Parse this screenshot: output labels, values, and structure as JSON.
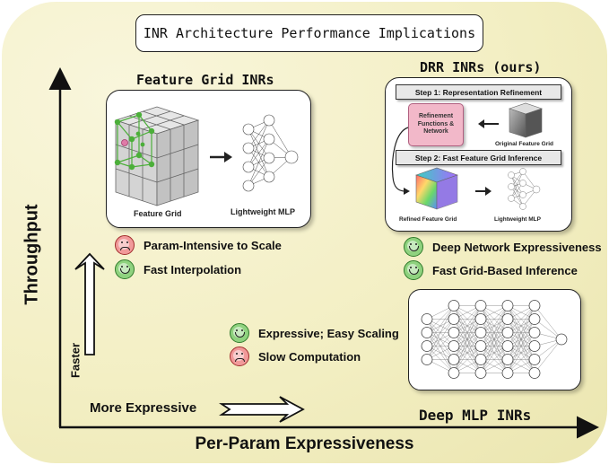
{
  "title": "INR Architecture Performance Implications",
  "axes": {
    "y_label": "Throughput",
    "x_label": "Per-Param Expressiveness",
    "y_arrow_label": "Faster",
    "x_arrow_label": "More Expressive"
  },
  "feature_grid": {
    "header": "Feature Grid INRs",
    "grid_label": "Feature Grid",
    "mlp_label": "Lightweight MLP",
    "bullets": [
      {
        "text": "Param-Intensive to Scale",
        "sentiment": "bad"
      },
      {
        "text": "Fast Interpolation",
        "sentiment": "good"
      }
    ]
  },
  "drr": {
    "header": "DRR INRs (ours)",
    "step1": "Step 1: Representation Refinement",
    "step2": "Step 2: Fast Feature Grid Inference",
    "refinement_box": "Refinement Functions & Network",
    "original_label": "Original Feature Grid",
    "refined_label": "Refined Feature Grid",
    "mlp_label": "Lightweight MLP",
    "bullets": [
      {
        "text": "Deep Network Expressiveness",
        "sentiment": "good"
      },
      {
        "text": "Fast Grid-Based Inference",
        "sentiment": "good"
      }
    ]
  },
  "deep_mlp": {
    "header": "Deep MLP INRs",
    "bullets": [
      {
        "text": "Expressive; Easy Scaling",
        "sentiment": "good"
      },
      {
        "text": "Slow Computation",
        "sentiment": "bad"
      }
    ]
  },
  "colors": {
    "background": "#f3efc4",
    "good_face": "#8fd27f",
    "bad_face": "#f19a9a",
    "refinement_box": "#f2b8c9",
    "grid_node_green": "#4caf3a",
    "grid_node_pink": "#e07aa8"
  }
}
